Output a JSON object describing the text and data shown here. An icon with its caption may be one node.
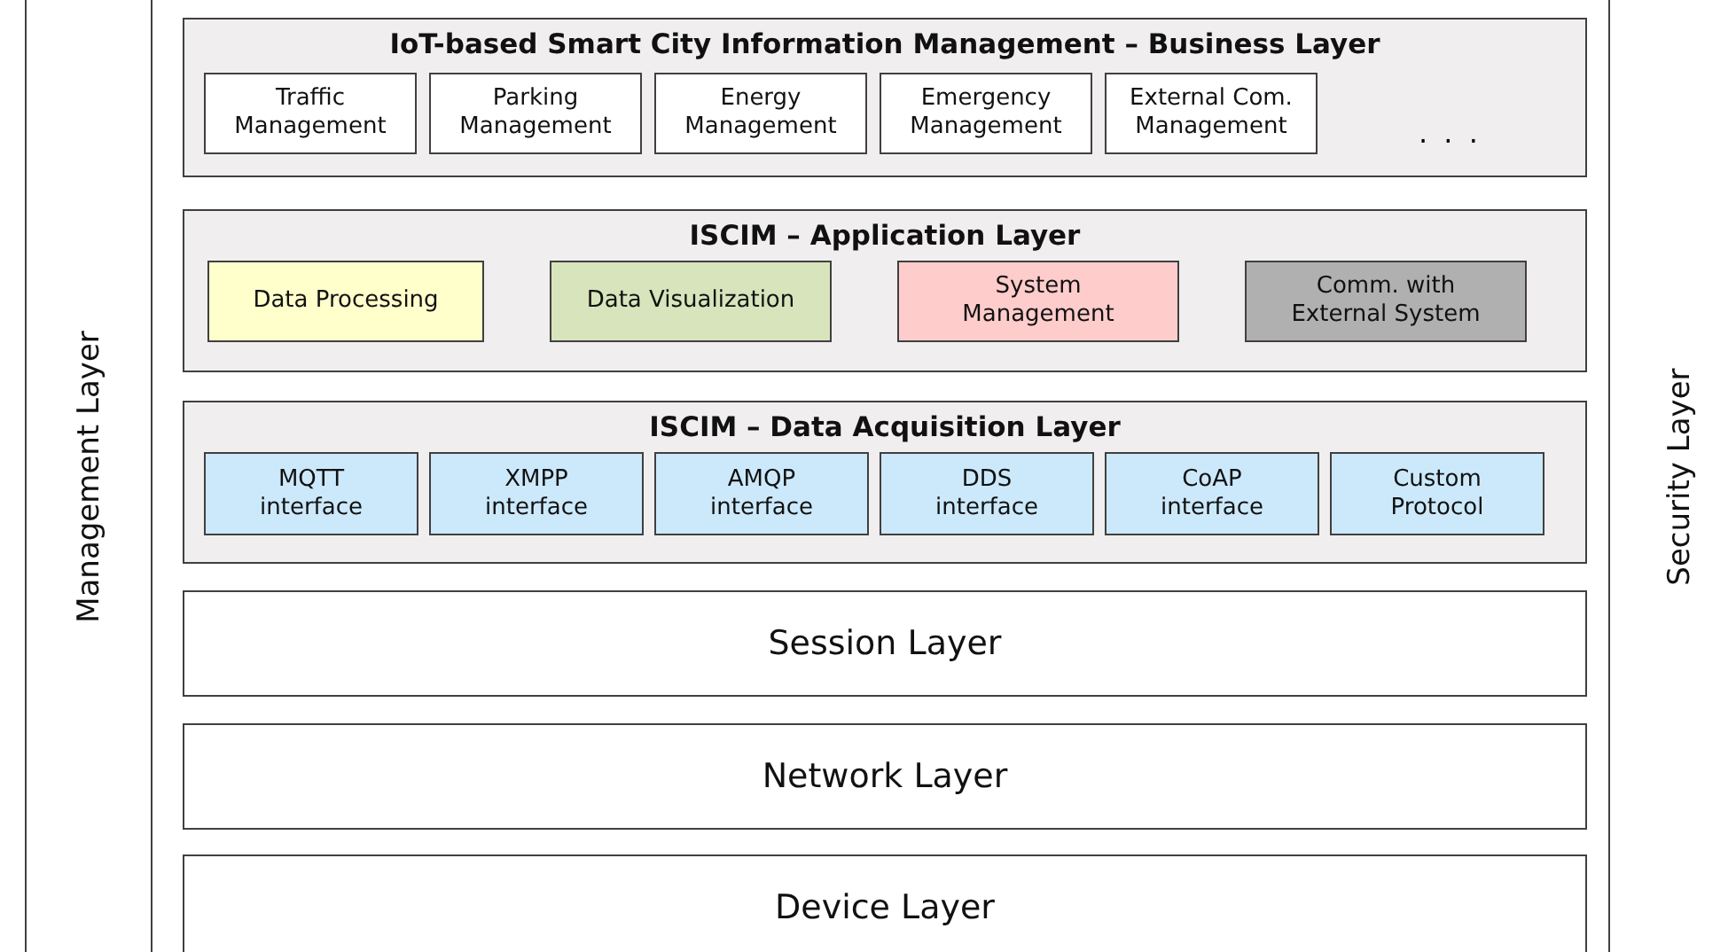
{
  "diagram": {
    "nodes": [
      {
        "text": [
          "Management Layer"
        ]
      },
      {
        "text": [
          "IoT-based Smart City Information Management – Business Layer"
        ]
      },
      {
        "text": [
          "Traffic Management"
        ],
        "in": 1
      },
      {
        "text": [
          "Parking Management"
        ],
        "in": 1
      },
      {
        "text": [
          "Energy Management"
        ],
        "in": 1
      },
      {
        "text": [
          "Emergency Management"
        ],
        "in": 1
      },
      {
        "text": [
          "External Com. Management"
        ],
        "in": 1
      },
      {
        "text": [
          "ISCIM – Application Layer"
        ]
      },
      {
        "text": [
          "Data Processing"
        ],
        "in": 7
      },
      {
        "text": [
          "Data Visualization"
        ],
        "in": 7
      },
      {
        "text": [
          "System Management"
        ],
        "in": 7
      },
      {
        "text": [
          "Comm. with External System"
        ],
        "in": 7
      },
      {
        "text": [
          "ISCIM – Data Acquisition Layer"
        ]
      },
      {
        "text": [
          "MQTT interface"
        ],
        "in": 12
      },
      {
        "text": [
          "XMPP interface"
        ],
        "in": 12
      },
      {
        "text": [
          "AMQP interface"
        ],
        "in": 12
      },
      {
        "text": [
          "DDS interface"
        ],
        "in": 12
      },
      {
        "text": [
          "CoAP interface"
        ],
        "in": 12
      },
      {
        "text": [
          "Custom Protocol"
        ],
        "in": 12
      },
      {
        "text": [
          "Session Layer"
        ]
      },
      {
        "text": [
          "Network Layer"
        ]
      },
      {
        "text": [
          "Device Layer"
        ]
      },
      {
        "text": [
          "Security Layer"
        ]
      }
    ],
    "labels": [
      "· · ·"
    ]
  }
}
